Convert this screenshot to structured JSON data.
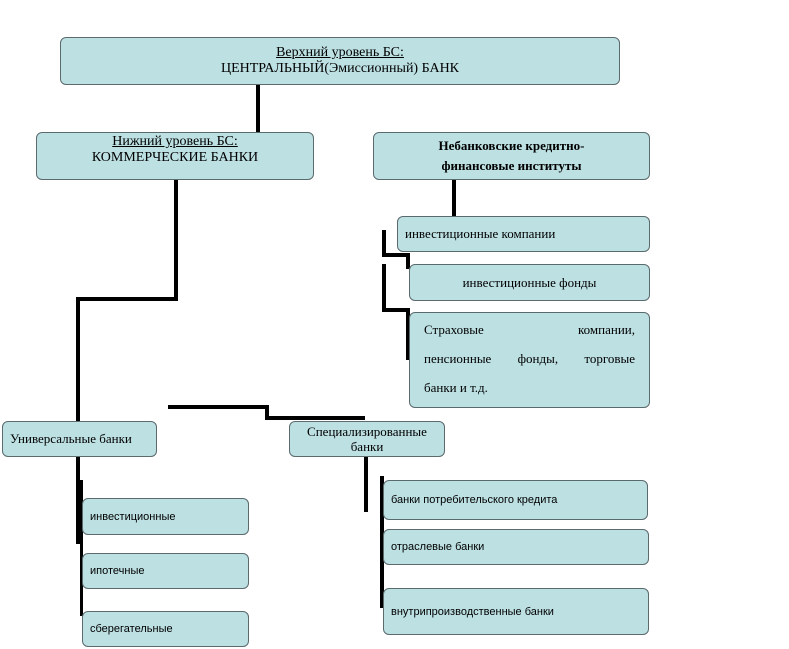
{
  "central_bank": {
    "level_label": "Верхний уровень  БС:",
    "name": "ЦЕНТРАЛЬНЫЙ(Эмиссионный) БАНК"
  },
  "commercial_banks": {
    "level_label": "Нижний уровень БС:",
    "name": "КОММЕРЧЕСКИЕ БАНКИ"
  },
  "nonbank_institutions": {
    "line1": "Небанковские кредитно-",
    "line2": "финансовые институты",
    "items": [
      "инвестиционные компании",
      "инвестиционные фонды"
    ],
    "last_item": {
      "line1_left": "Страховые",
      "line1_right": "компании,",
      "line2": "пенсионные фонды, торговые",
      "line3": "банки и т.д."
    }
  },
  "universal_banks": {
    "label": "Универсальные банки",
    "items": [
      "инвестиционные",
      "ипотечные",
      "сберегательные"
    ]
  },
  "specialized_banks": {
    "line1": "Специализированные",
    "line2": "банки",
    "items": [
      "банки потребительского кредита",
      "отраслевые банки",
      "внутрипроизводственные банки"
    ]
  }
}
